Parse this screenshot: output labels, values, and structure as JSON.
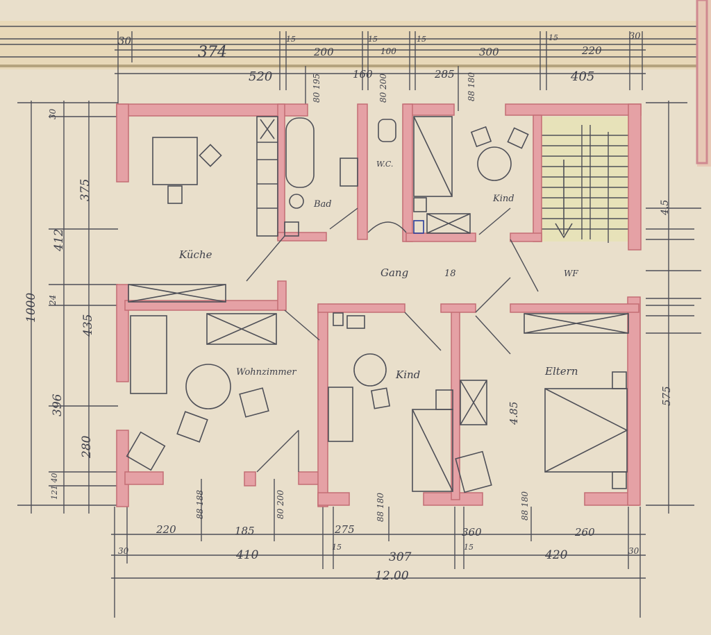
{
  "dimensions": {
    "top_row1": [
      "30",
      "374",
      "15",
      "200",
      "15",
      "100",
      "15",
      "300",
      "15",
      "220",
      "30"
    ],
    "top_row2": [
      "520",
      "160",
      "285",
      "405"
    ],
    "left_outer": "1000",
    "left_mid": [
      "30",
      "412",
      "24",
      "396"
    ],
    "left_inner": [
      "375",
      "435",
      "280"
    ],
    "left_small": "121 40",
    "bottom_row1": [
      "220",
      "185",
      "275",
      "360",
      "260"
    ],
    "bottom_row2": [
      "30",
      "410",
      "15",
      "307",
      "15",
      "420",
      "30"
    ],
    "bottom_total": "12.00",
    "door_marks": [
      "80 195",
      "80 200",
      "88 180",
      "88 188"
    ],
    "right_stair": "4.5",
    "right_height": "575"
  },
  "rooms": {
    "kitchen": "Küche",
    "bath": "Bad",
    "wc": "W.C.",
    "child_top": "Kind",
    "hall": "Gang",
    "wf": "WF",
    "living": "Wohnzimmer",
    "child_bottom": "Kind",
    "parents": "Eltern"
  },
  "annotations": {
    "hall_mark": "18",
    "parents_mark": "4.85"
  }
}
